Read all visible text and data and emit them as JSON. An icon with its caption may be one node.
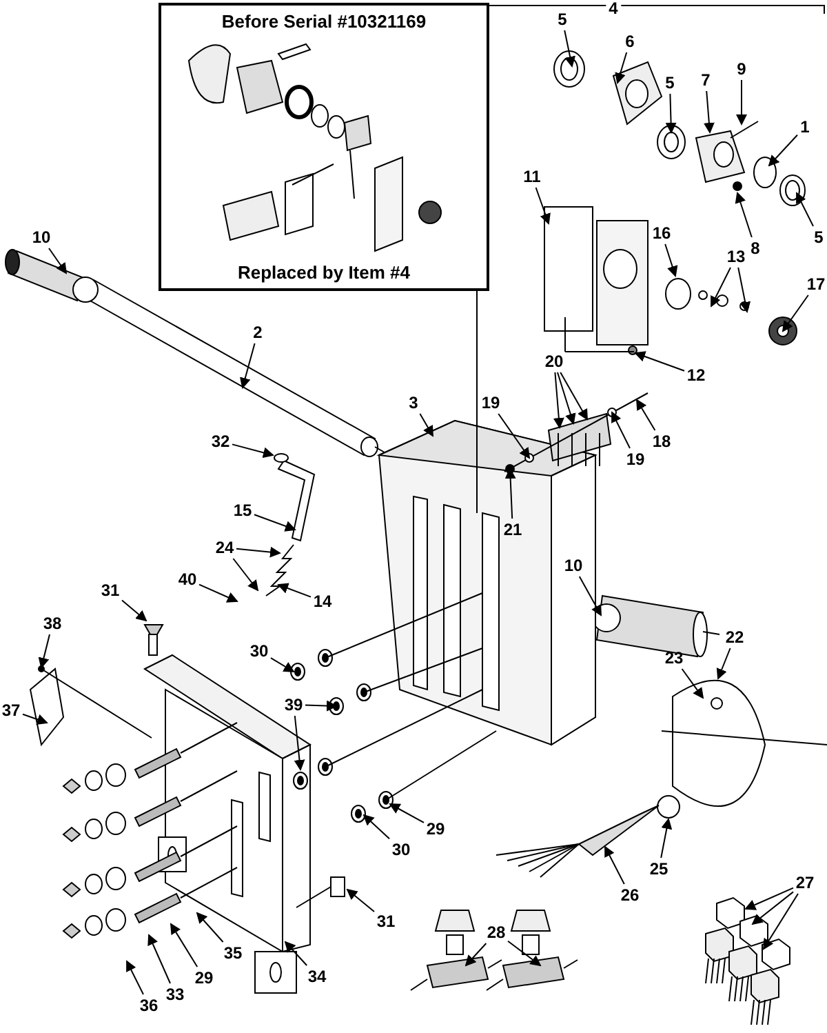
{
  "diagram": {
    "nodes": [
      {
        "text": [
          "Before Serial #10321169",
          "Replaced by Item #4"
        ]
      },
      {
        "text": [
          "5"
        ]
      },
      {
        "text": [
          "6"
        ]
      },
      {
        "text": [
          "5"
        ]
      },
      {
        "text": [
          "7"
        ]
      },
      {
        "text": [
          "9"
        ]
      },
      {
        "text": [
          "1"
        ]
      },
      {
        "text": [
          "5"
        ]
      },
      {
        "text": [
          "10"
        ]
      },
      {
        "text": [
          "8"
        ]
      },
      {
        "text": [
          "11"
        ]
      },
      {
        "text": [
          "16"
        ]
      },
      {
        "text": [
          "13"
        ]
      },
      {
        "text": [
          "17"
        ]
      },
      {
        "text": [
          "2"
        ]
      },
      {
        "text": [
          "20"
        ]
      },
      {
        "text": [
          "19"
        ]
      },
      {
        "text": [
          "12"
        ]
      },
      {
        "text": [
          "3"
        ]
      },
      {
        "text": [
          "18"
        ]
      },
      {
        "text": [
          "19"
        ]
      },
      {
        "text": [
          "32"
        ]
      },
      {
        "text": [
          "21"
        ]
      },
      {
        "text": [
          "15"
        ]
      },
      {
        "text": [
          "24"
        ]
      },
      {
        "text": [
          "14"
        ]
      },
      {
        "text": [
          "40"
        ]
      },
      {
        "text": [
          "31"
        ]
      },
      {
        "text": [
          "10"
        ]
      },
      {
        "text": [
          "38"
        ]
      },
      {
        "text": [
          "30"
        ]
      },
      {
        "text": [
          "22"
        ]
      },
      {
        "text": [
          "23"
        ]
      },
      {
        "text": [
          "37"
        ]
      },
      {
        "text": [
          "39"
        ]
      },
      {
        "text": [
          "29"
        ]
      },
      {
        "text": [
          "30"
        ]
      },
      {
        "text": [
          "25"
        ]
      },
      {
        "text": [
          "26"
        ]
      },
      {
        "text": [
          "27"
        ]
      },
      {
        "text": [
          "31"
        ]
      },
      {
        "text": [
          "28"
        ]
      },
      {
        "text": [
          "35"
        ]
      },
      {
        "text": [
          "34"
        ]
      },
      {
        "text": [
          "29"
        ]
      },
      {
        "text": [
          "33"
        ]
      },
      {
        "text": [
          "36"
        ]
      }
    ],
    "edges": [
      {
        "from": 1,
        "to": null,
        "arrow": "to"
      },
      {
        "from": 2,
        "to": null,
        "arrow": "to"
      },
      {
        "from": 3,
        "to": null,
        "arrow": "to"
      },
      {
        "from": 4,
        "to": null,
        "arrow": "to"
      },
      {
        "from": 5,
        "to": null,
        "arrow": "to"
      },
      {
        "from": 6,
        "to": null,
        "arrow": "to"
      },
      {
        "from": 7,
        "to": null,
        "arrow": "to"
      },
      {
        "from": 8,
        "to": null,
        "arrow": "to"
      },
      {
        "from": 9,
        "to": null,
        "arrow": "to"
      },
      {
        "from": 10,
        "to": null,
        "arrow": "to"
      },
      {
        "from": 11,
        "to": null,
        "arrow": "to"
      },
      {
        "from": 12,
        "to": null,
        "arrow": "to"
      },
      {
        "from": 12,
        "to": null,
        "arrow": "to"
      },
      {
        "from": 13,
        "to": null,
        "arrow": "to"
      },
      {
        "from": 14,
        "to": null,
        "arrow": "to"
      },
      {
        "from": 15,
        "to": null,
        "arrow": "to"
      },
      {
        "from": 15,
        "to": null,
        "arrow": "to"
      },
      {
        "from": 15,
        "to": null,
        "arrow": "to"
      },
      {
        "from": 16,
        "to": null,
        "arrow": "to"
      },
      {
        "from": 17,
        "to": null,
        "arrow": "to"
      },
      {
        "from": 18,
        "to": null,
        "arrow": "to"
      },
      {
        "from": 19,
        "to": null,
        "arrow": "to"
      },
      {
        "from": 20,
        "to": null,
        "arrow": "to"
      },
      {
        "from": 21,
        "to": null,
        "arrow": "to"
      },
      {
        "from": 22,
        "to": null,
        "arrow": "to"
      },
      {
        "from": 23,
        "to": null,
        "arrow": "to"
      },
      {
        "from": 24,
        "to": null,
        "arrow": "to"
      },
      {
        "from": 24,
        "to": null,
        "arrow": "to"
      },
      {
        "from": 25,
        "to": null,
        "arrow": "to"
      },
      {
        "from": 26,
        "to": null,
        "arrow": "to"
      },
      {
        "from": 27,
        "to": null,
        "arrow": "to"
      },
      {
        "from": 28,
        "to": null,
        "arrow": "to"
      },
      {
        "from": 29,
        "to": null,
        "arrow": "to"
      },
      {
        "from": 30,
        "to": null,
        "arrow": "to"
      },
      {
        "from": 31,
        "to": null,
        "arrow": "to"
      },
      {
        "from": 32,
        "to": null,
        "arrow": "to"
      },
      {
        "from": 33,
        "to": null,
        "arrow": "to"
      },
      {
        "from": 34,
        "to": null,
        "arrow": "to"
      },
      {
        "from": 34,
        "to": null,
        "arrow": "to"
      },
      {
        "from": 35,
        "to": null,
        "arrow": "to"
      },
      {
        "from": 36,
        "to": null,
        "arrow": "to"
      },
      {
        "from": 37,
        "to": null,
        "arrow": "to"
      },
      {
        "from": 38,
        "to": null,
        "arrow": "to"
      },
      {
        "from": 39,
        "to": null,
        "arrow": "to"
      },
      {
        "from": 39,
        "to": null,
        "arrow": "to"
      },
      {
        "from": 39,
        "to": null,
        "arrow": "to"
      },
      {
        "from": 40,
        "to": null,
        "arrow": "to"
      },
      {
        "from": 41,
        "to": null,
        "arrow": "to"
      },
      {
        "from": 41,
        "to": null,
        "arrow": "to"
      },
      {
        "from": 42,
        "to": null,
        "arrow": "to"
      },
      {
        "from": 43,
        "to": null,
        "arrow": "to"
      },
      {
        "from": 44,
        "to": null,
        "arrow": "to"
      },
      {
        "from": 45,
        "to": null,
        "arrow": "to"
      },
      {
        "from": 46,
        "to": null,
        "arrow": "to"
      }
    ],
    "labels": [
      "4"
    ]
  }
}
